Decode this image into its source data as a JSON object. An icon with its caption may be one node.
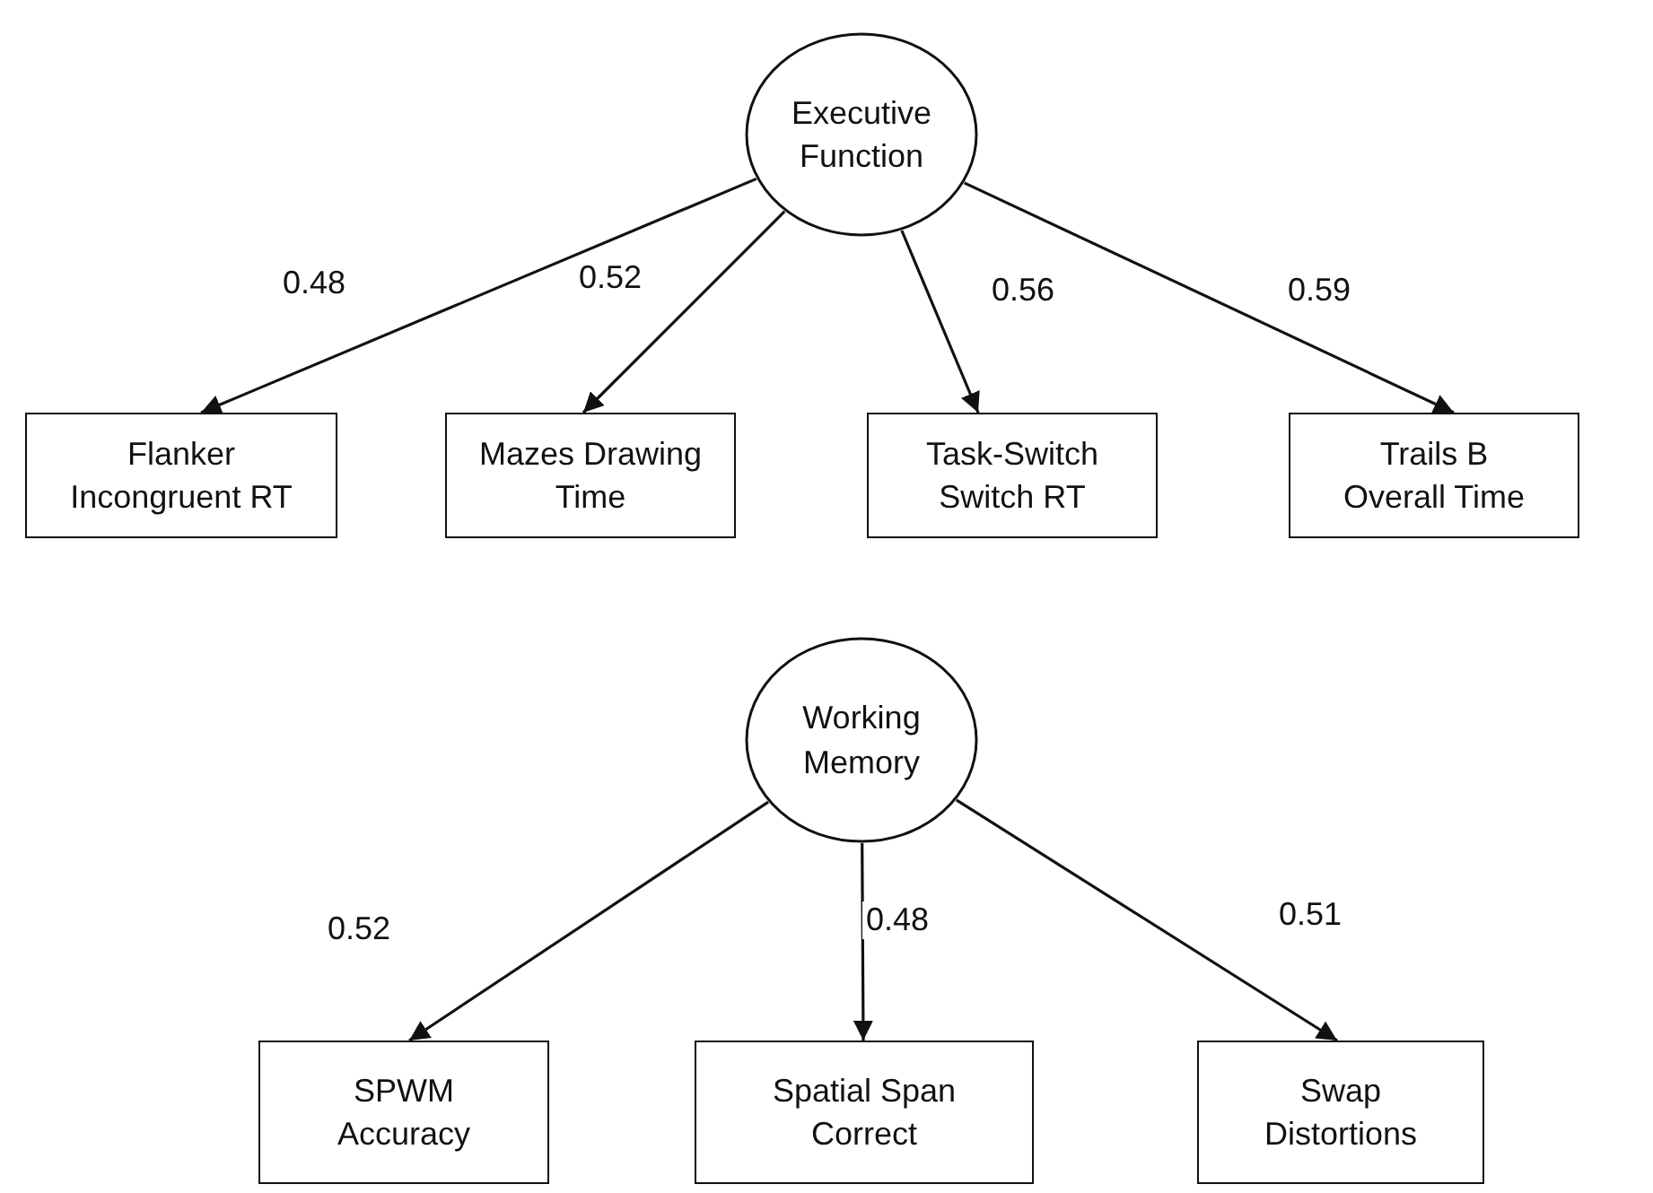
{
  "diagram": {
    "nodes": [
      {
        "text": [
          "Executive Function"
        ]
      },
      {
        "text": [
          "Flanker Incongruent RT"
        ]
      },
      {
        "text": [
          "Mazes Drawing Time"
        ]
      },
      {
        "text": [
          "Task-Switch Switch RT"
        ]
      },
      {
        "text": [
          "Trails B Overall Time"
        ]
      },
      {
        "text": [
          "Working Memory"
        ]
      },
      {
        "text": [
          "SPWM Accuracy"
        ]
      },
      {
        "text": [
          "Spatial Span Correct"
        ]
      },
      {
        "text": [
          "Swap Distortions"
        ]
      }
    ],
    "edges": [
      {
        "from": 0,
        "to": 1,
        "arrow": "to",
        "label": "0.48"
      },
      {
        "from": 0,
        "to": 2,
        "arrow": "to",
        "label": "0.52"
      },
      {
        "from": 0,
        "to": 3,
        "arrow": "to",
        "label": "0.56"
      },
      {
        "from": 0,
        "to": 4,
        "arrow": "to",
        "label": "0.59"
      },
      {
        "from": 5,
        "to": 6,
        "arrow": "to",
        "label": "0.52"
      },
      {
        "from": 5,
        "to": 7,
        "arrow": "to",
        "label": "0.48"
      },
      {
        "from": 5,
        "to": 8,
        "arrow": "to",
        "label": "0.51"
      }
    ]
  }
}
